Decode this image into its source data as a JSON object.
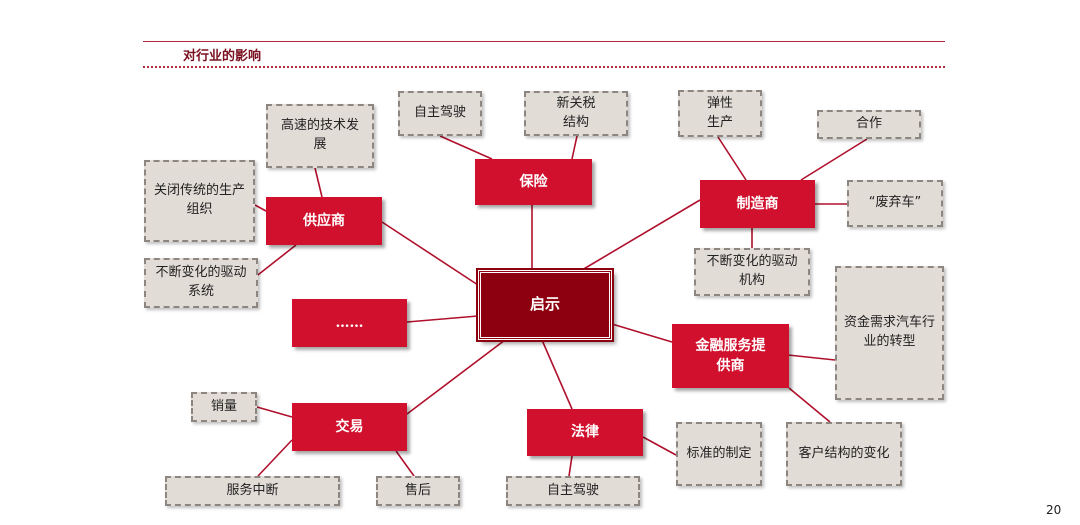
{
  "header": {
    "title": "对行业的影响"
  },
  "center": {
    "label": "启示"
  },
  "categories": {
    "supplier": "供应商",
    "insurance": "保险",
    "manufacturer": "制造商",
    "other": "……",
    "finance": "金融服务提\n供商",
    "trade": "交易",
    "law": "法律"
  },
  "leaves": {
    "high_speed_tech": "高速的技术发\n展",
    "close_traditional": "关闭传统的生产\n组织",
    "changing_drive_supplier": "不断变化的驱动\n系统",
    "autonomous_driving_insurance": "自主驾驶",
    "new_tariff": "新关税\n结构",
    "flexible_production": "弹性\n生产",
    "cooperation": "合作",
    "scrapped_cars": "“废弃车”",
    "changing_drive_manufacturer": "不断变化的驱动\n机构",
    "capital_demand": "资金需求汽车行\n业的转型",
    "customer_structure": "客户结构的变化",
    "sales_volume": "销量",
    "service_interruption": "服务中断",
    "after_sales": "售后",
    "standard_setting": "标准的制定",
    "autonomous_driving_law": "自主驾驶"
  },
  "footer": {
    "page_number": "20"
  },
  "colors": {
    "category": "#d0102c",
    "center": "#8c0010",
    "leaf": "#e2dcd7",
    "line": "#b0102c"
  }
}
